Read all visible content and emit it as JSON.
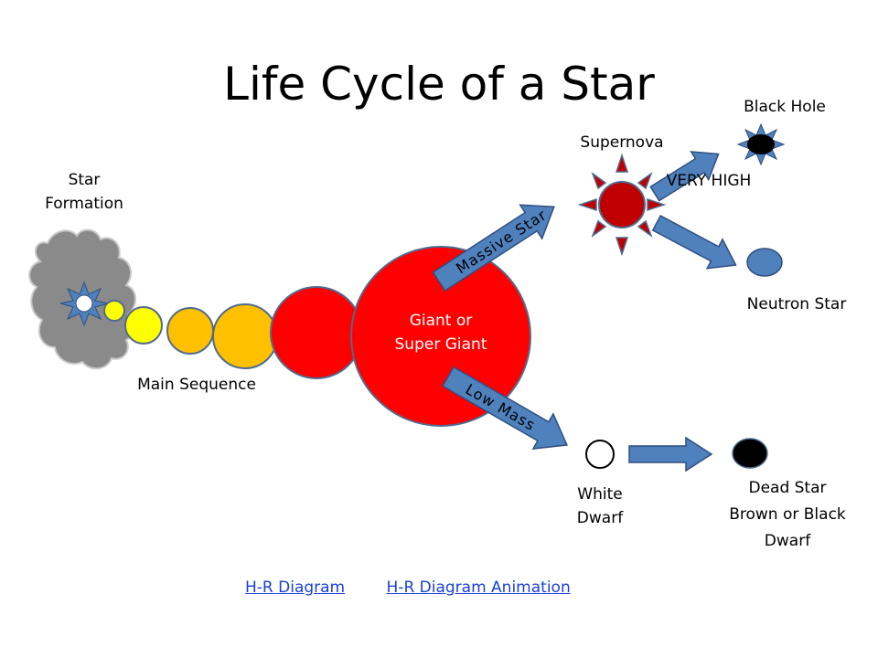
{
  "title": "Life Cycle of a Star",
  "labels": {
    "star_formation": [
      "Star",
      "Formation"
    ],
    "main_sequence": "Main Sequence",
    "giant": [
      "Giant or",
      "Super Giant"
    ],
    "supernova": "Supernova",
    "very_high": "VERY HIGH",
    "black_hole": "Black Hole",
    "neutron_star": "Neutron Star",
    "white_dwarf": [
      "White",
      "Dwarf"
    ],
    "dead_star": [
      "Dead Star",
      "Brown or Black",
      "Dwarf"
    ]
  },
  "arrows": {
    "massive": "Massive Star",
    "low": "Low Mass"
  },
  "links": [
    {
      "label": "H-R Diagram"
    },
    {
      "label": "H-R Diagram Animation"
    }
  ],
  "colors": {
    "cloud": "#8a8a8a",
    "main_yellow": "#ffff00",
    "main_orange": "#ffc000",
    "red_giant": "#ff0000",
    "supernova": "#c00000",
    "arrow": "#4f81bd",
    "neutron": "#4f81bd",
    "link": "#1a3fd8"
  }
}
